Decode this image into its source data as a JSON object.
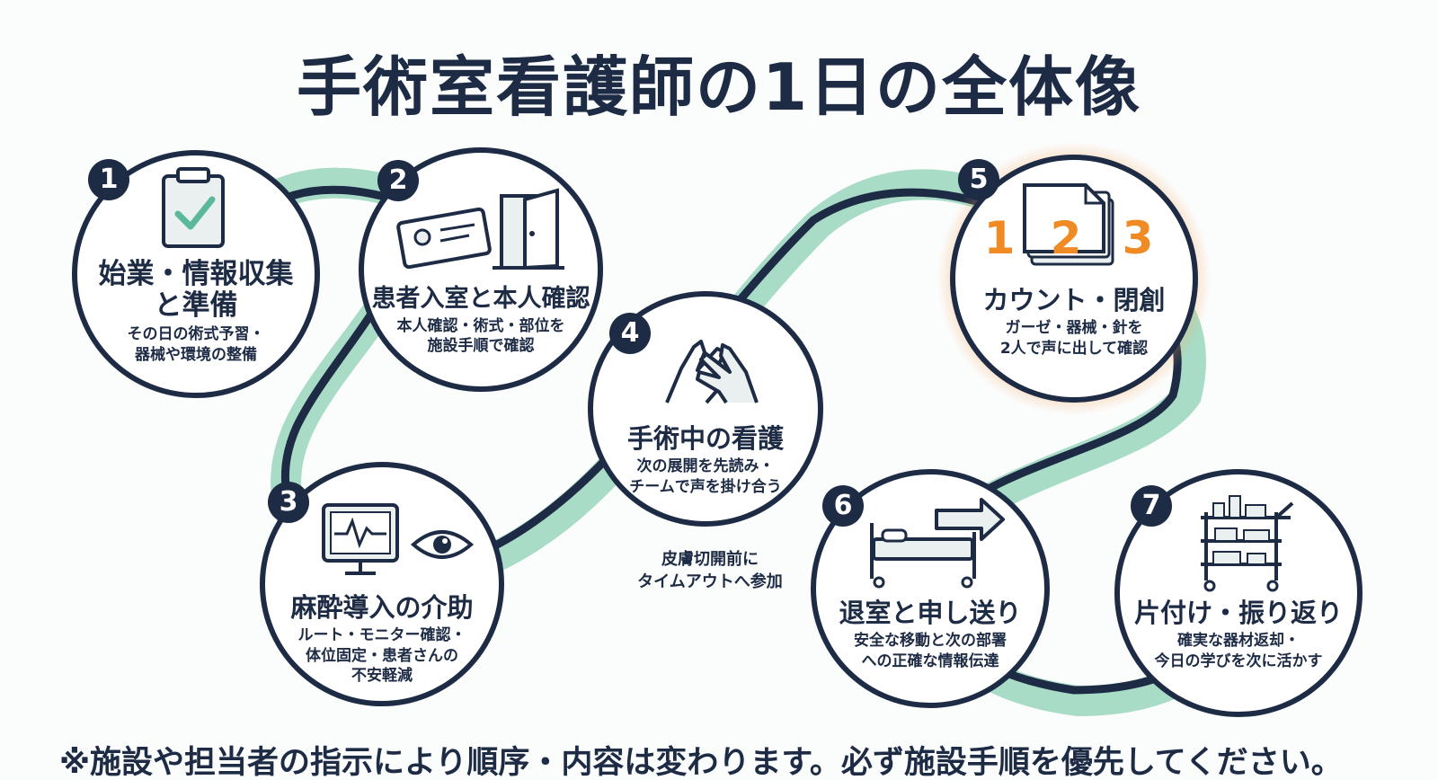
{
  "title": "手術室看護師の1日の全体像",
  "steps": [
    {
      "number": "1",
      "title_line1": "始業・情報収集",
      "title_line2": "と準備",
      "desc_line1": "その日の術式予習・",
      "desc_line2": "器械や環境の整備",
      "icon": "clipboard-check-icon"
    },
    {
      "number": "2",
      "title_line1": "患者入室と本人確認",
      "desc_line1": "本人確認・術式・部位を",
      "desc_line2": "施設手順で確認",
      "icon": "id-card-door-icon"
    },
    {
      "number": "3",
      "title_line1": "麻酔導入の介助",
      "desc_line1": "ルート・モニター確認・",
      "desc_line2": "体位固定・患者さんの",
      "desc_line3": "不安軽減",
      "icon": "monitor-eye-icon"
    },
    {
      "number": "4",
      "title_line1": "手術中の看護",
      "desc_line1": "次の展開を先読み・",
      "desc_line2": "チームで声を掛け合う",
      "icon": "gloved-hands-icon"
    },
    {
      "number": "5",
      "title_line1": "カウント・閉創",
      "desc_line1": "ガーゼ・器械・針を",
      "desc_line2": "2人で声に出して確認",
      "icon": "gauze-count-icon",
      "count_labels": [
        "1",
        "2",
        "3"
      ]
    },
    {
      "number": "6",
      "title_line1": "退室と申し送り",
      "desc_line1": "安全な移動と次の部署",
      "desc_line2": "への正確な情報伝達",
      "icon": "bed-arrow-icon"
    },
    {
      "number": "7",
      "title_line1": "片付け・振り返り",
      "desc_line1": "確実な器材返却・",
      "desc_line2": "今日の学びを次に活かす",
      "icon": "supply-cart-icon"
    }
  ],
  "timeout_note": {
    "line1": "皮膚切開前に",
    "line2": "タイムアウトへ参加"
  },
  "footnote": "※施設や担当者の指示により順序・内容は変わります。必ず施設手順を優先してください。",
  "colors": {
    "navy": "#1d2b45",
    "mint": "#a8dcc6",
    "orange": "#f08a24",
    "check": "#5bb89a"
  }
}
